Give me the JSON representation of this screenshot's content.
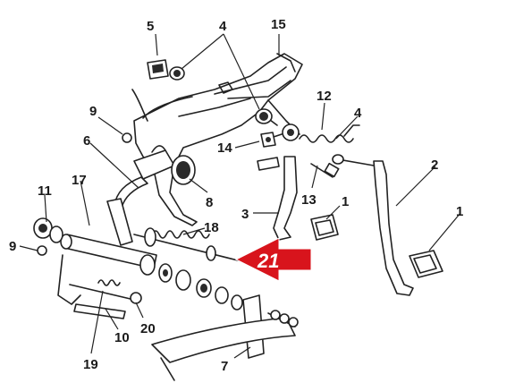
{
  "callouts": {
    "c1a": "1",
    "c1b": "1",
    "c2": "2",
    "c3": "3",
    "c4a": "4",
    "c4b": "4",
    "c5": "5",
    "c6": "6",
    "c7": "7",
    "c8": "8",
    "c9a": "9",
    "c9b": "9",
    "c10": "10",
    "c11": "11",
    "c12": "12",
    "c13": "13",
    "c14": "14",
    "c15": "15",
    "c17": "17",
    "c18": "18",
    "c19": "19",
    "c20": "20"
  },
  "highlight": {
    "label": "21",
    "color": "#d8141c"
  }
}
